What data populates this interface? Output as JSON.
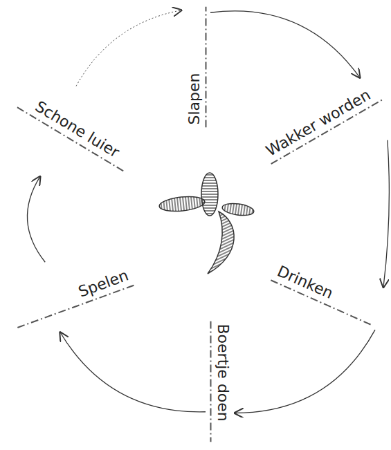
{
  "diagram": {
    "nodes": [
      {
        "text": [
          "Slapen"
        ]
      },
      {
        "text": [
          "Wakker worden"
        ]
      },
      {
        "text": [
          "Drinken"
        ]
      },
      {
        "text": [
          "Boertje doen"
        ]
      },
      {
        "text": [
          "Spelen"
        ]
      },
      {
        "text": [
          "Schone luier"
        ]
      }
    ],
    "edges": [
      {
        "from": 0,
        "to": 1,
        "arrow": "to"
      },
      {
        "from": 1,
        "to": 2,
        "arrow": "to"
      },
      {
        "from": 2,
        "to": 3,
        "arrow": "to"
      },
      {
        "from": 3,
        "to": 4,
        "arrow": "to"
      },
      {
        "from": 4,
        "to": 5,
        "arrow": "to"
      },
      {
        "from": 5,
        "to": 0,
        "arrow": "to"
      }
    ]
  }
}
